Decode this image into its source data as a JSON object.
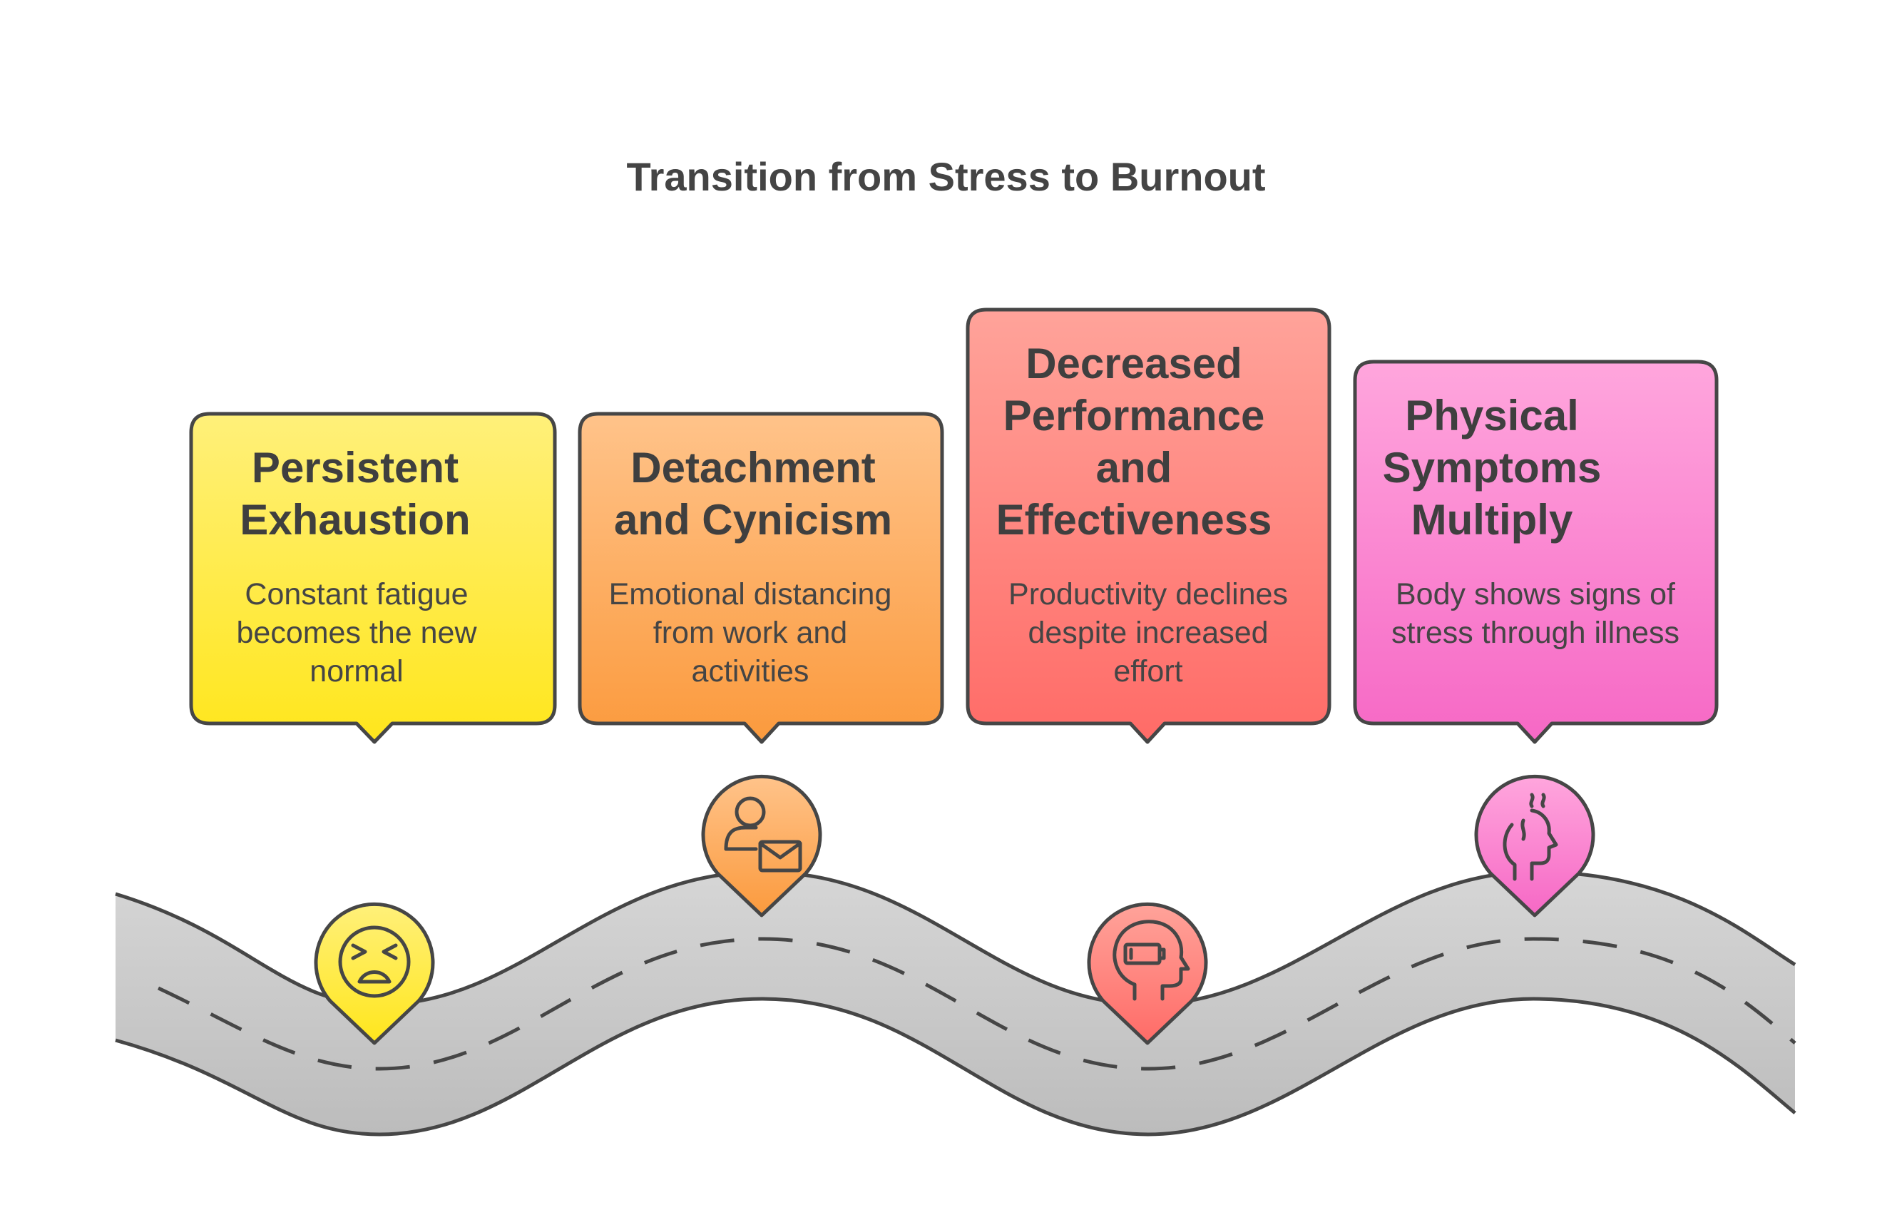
{
  "title": "Transition from Stress to Burnout",
  "stages": [
    {
      "title": "Persistent Exhaustion",
      "description": "Constant fatigue becomes the new normal",
      "icon": "tired-face-icon",
      "colors": {
        "top": "#fff07a",
        "bottom": "#ffe61c"
      }
    },
    {
      "title": "Detachment and Cynicism",
      "description": "Emotional distancing from work and activities",
      "icon": "person-envelope-icon",
      "colors": {
        "top": "#ffc38a",
        "bottom": "#fb9a3d"
      }
    },
    {
      "title": "Decreased Performance and Effectiveness",
      "description": "Productivity declines despite increased effort",
      "icon": "head-low-battery-icon",
      "colors": {
        "top": "#ffa39a",
        "bottom": "#ff6b67"
      }
    },
    {
      "title": "Physical Symptoms Multiply",
      "description": "Body shows signs of stress through illness",
      "icon": "head-steam-icon",
      "colors": {
        "top": "#ffa6dd",
        "bottom": "#f668c5"
      }
    }
  ],
  "colors": {
    "road": "#d3d3d3",
    "outline": "#464646"
  }
}
